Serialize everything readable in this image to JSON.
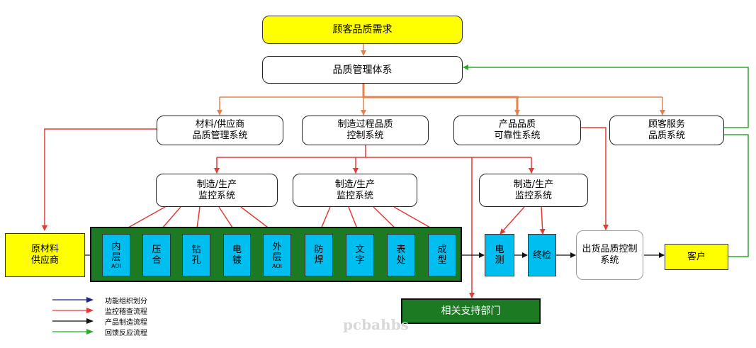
{
  "nodes": {
    "customer_demand": "顾客品质需求",
    "quality_mgmt": "品质管理体系",
    "supplier_quality": "材料/供应商\n品质管理系统",
    "process_quality": "制造过程品质\n控制系统",
    "product_reliability": "产品品质\n可靠性系统",
    "service_quality": "顾客服务\n品质系统",
    "monitor_1": "制造/生产\n监控系统",
    "monitor_2": "制造/生产\n监控系统",
    "monitor_3": "制造/生产\n监控系统",
    "raw_supplier": "原材料\n供应商",
    "outgoing_qc": "出货品质控制\n系统",
    "customer": "客户",
    "support_dept": "相关支持部门"
  },
  "steps": [
    {
      "label": "内\n层",
      "sub": "AOI"
    },
    {
      "label": "压\n合",
      "sub": ""
    },
    {
      "label": "钻\n孔",
      "sub": ""
    },
    {
      "label": "电\n镀",
      "sub": ""
    },
    {
      "label": "外\n层",
      "sub": "AOI"
    },
    {
      "label": "防\n焊",
      "sub": ""
    },
    {
      "label": "文\n字",
      "sub": ""
    },
    {
      "label": "表\n处",
      "sub": ""
    },
    {
      "label": "成\n型",
      "sub": ""
    }
  ],
  "post_steps": {
    "electrical_test": "电\n测",
    "final_inspection": "终检"
  },
  "legend": [
    {
      "label": "功能组织划分",
      "color": "#1a237e"
    },
    {
      "label": "监控稽查流程",
      "color": "#e53935"
    },
    {
      "label": "产品制造流程",
      "color": "#111111"
    },
    {
      "label": "回馈反应流程",
      "color": "#2eaa2e"
    }
  ],
  "colors": {
    "orange": "#e8824a",
    "red": "#e53935",
    "green": "#2eaa2e",
    "black": "#111111"
  },
  "watermark": "pcbahbs"
}
